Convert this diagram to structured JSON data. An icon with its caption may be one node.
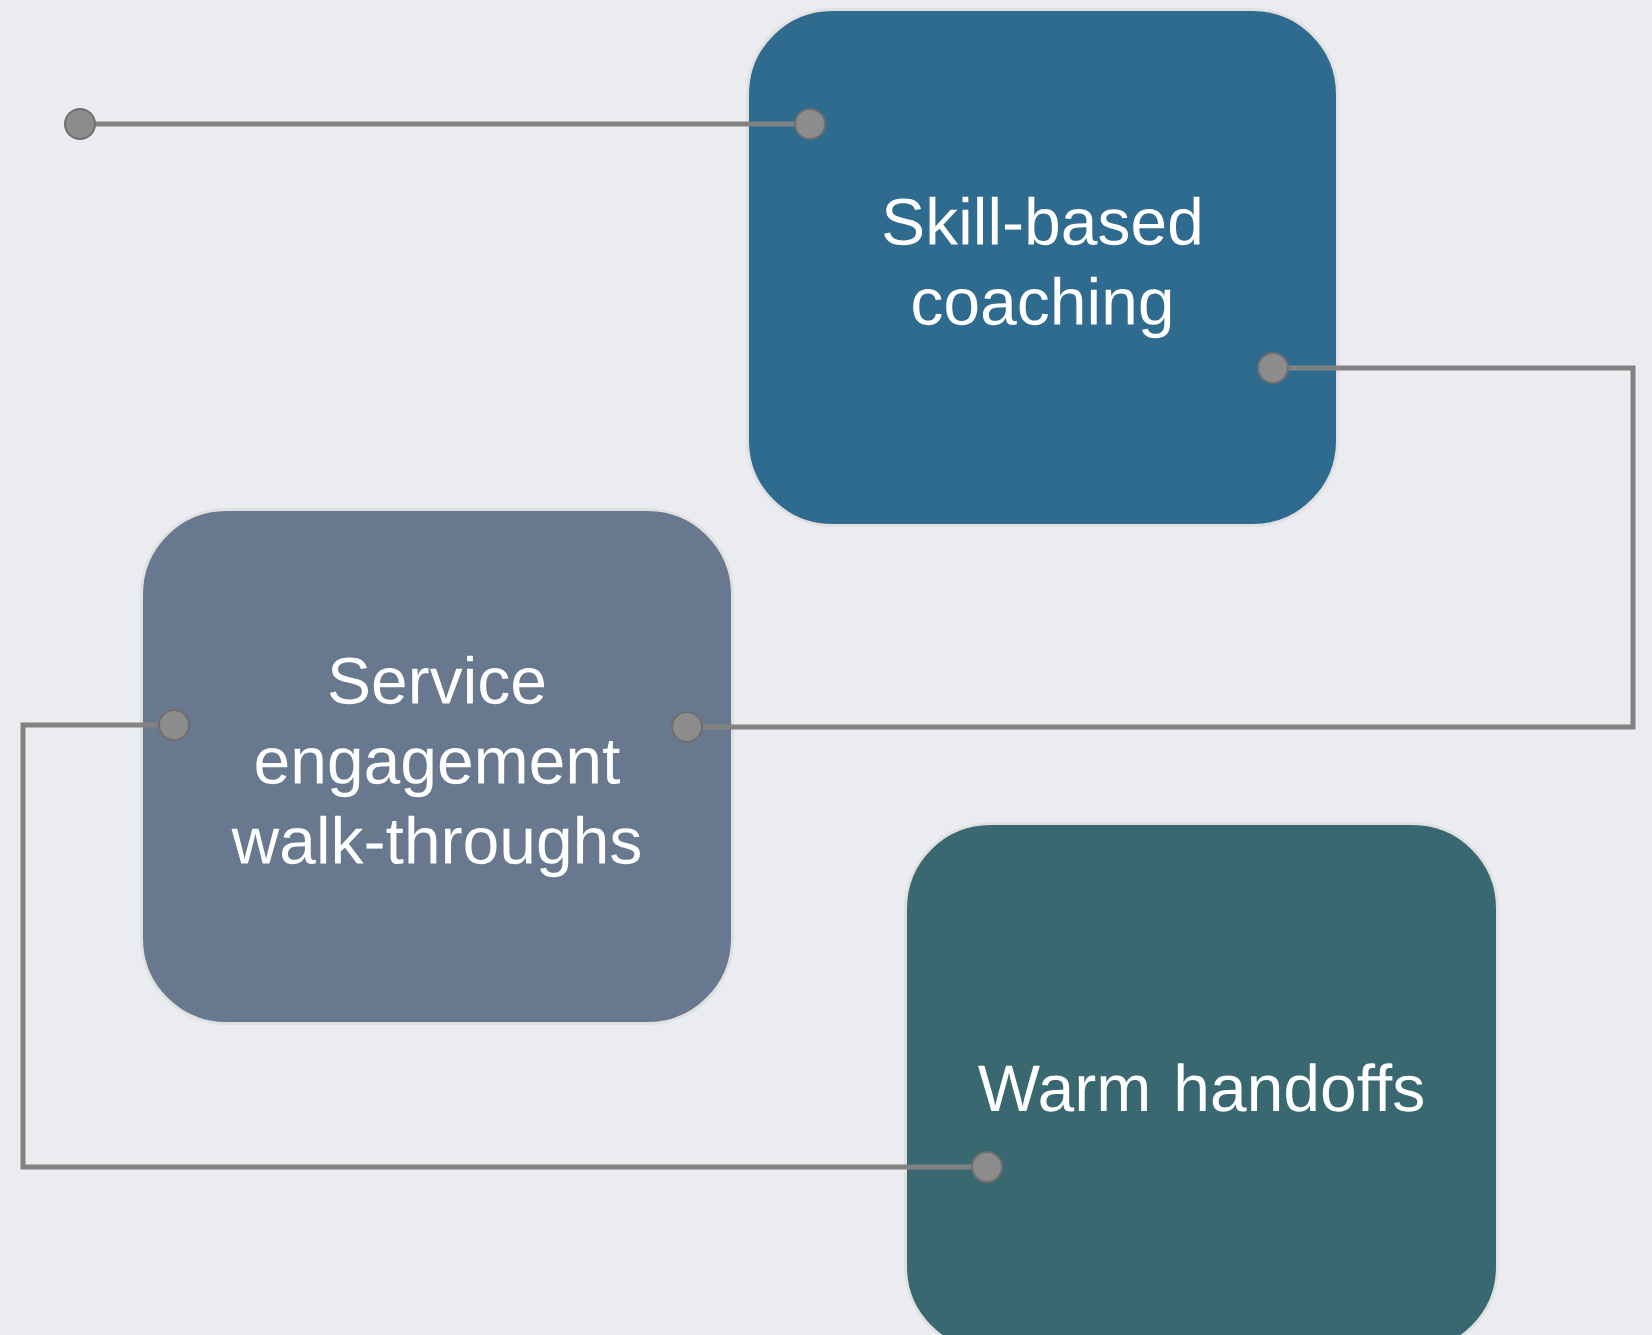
{
  "diagram": {
    "nodes": [
      {
        "text": [
          "Skill-based coaching"
        ]
      },
      {
        "text": [
          "Service engagement walk-throughs"
        ]
      },
      {
        "text": [
          "Warm handoffs"
        ]
      }
    ],
    "edges": [
      {
        "from": null,
        "to": 0,
        "arrow": "other"
      },
      {
        "from": 0,
        "to": 1,
        "arrow": "other"
      },
      {
        "from": 1,
        "to": 2,
        "arrow": "other"
      }
    ]
  }
}
